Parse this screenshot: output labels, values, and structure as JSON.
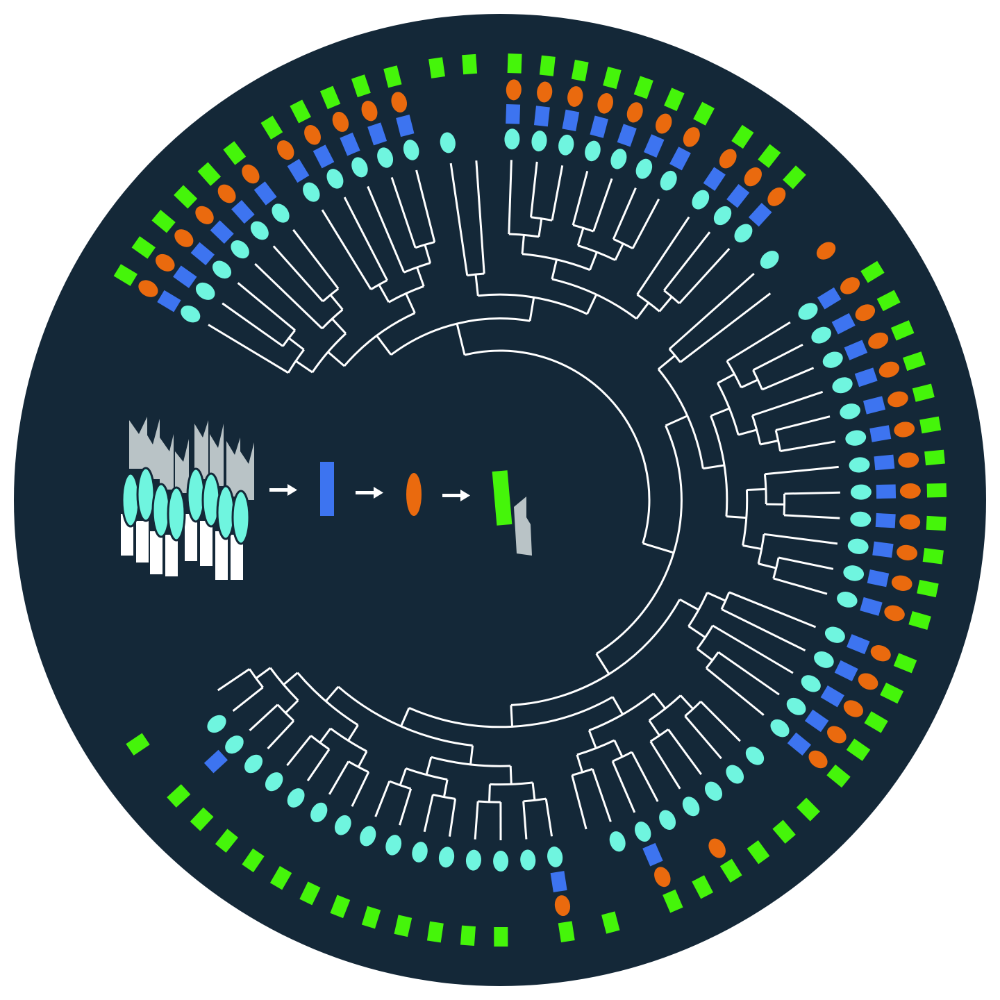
{
  "colors": {
    "background": "#ffffff",
    "disc": "#142838",
    "branch": "#ffffff",
    "cyan_marker": "#6ff5df",
    "blue_marker": "#3d74f0",
    "orange_marker": "#ea6a0e",
    "green_marker": "#45f50a",
    "gray_shape": "#b9c3c6"
  },
  "marker_legend": {
    "c": "cyan-ellipse",
    "b": "blue-rectangle",
    "o": "orange-ellipse",
    "g": "green-rectangle"
  },
  "clades": [
    [
      "cbog",
      "cbog",
      "cbog",
      "cbog",
      "cbog",
      "cbog"
    ],
    [
      "cbog",
      "cbog",
      "cbog",
      "cbog",
      "cbog"
    ],
    [
      "cg",
      "g"
    ],
    [
      "cbog",
      "cbog",
      "cbog",
      "cbog",
      "cbog",
      "cbog",
      "cbog"
    ],
    [
      "cbog",
      "cbog",
      "cbog"
    ],
    [
      "c",
      "o"
    ],
    [
      "cbog",
      "cbog",
      "cbog",
      "cbog",
      "cbog",
      "cbog",
      "cbog",
      "cbog",
      "cbog",
      "cbog",
      "cbog",
      "cbog"
    ],
    [
      "cbog",
      "cbog",
      "cbog",
      "cbog",
      "cbog"
    ],
    [
      "cg",
      "cg",
      "cg",
      "cog",
      "cg",
      "cbog",
      "c",
      "g"
    ],
    [
      "cbog",
      "c",
      "cg",
      "cg",
      "cg",
      "cg",
      "cg",
      "cg",
      "cg",
      "cg",
      "cg",
      "cg",
      "cg",
      "cbg",
      "c",
      "g"
    ]
  ],
  "legend_sequence": [
    "cells",
    "arrow",
    "blue-rectangle",
    "arrow",
    "orange-ellipse",
    "arrow",
    "green-rectangle-with-gray-shape"
  ]
}
